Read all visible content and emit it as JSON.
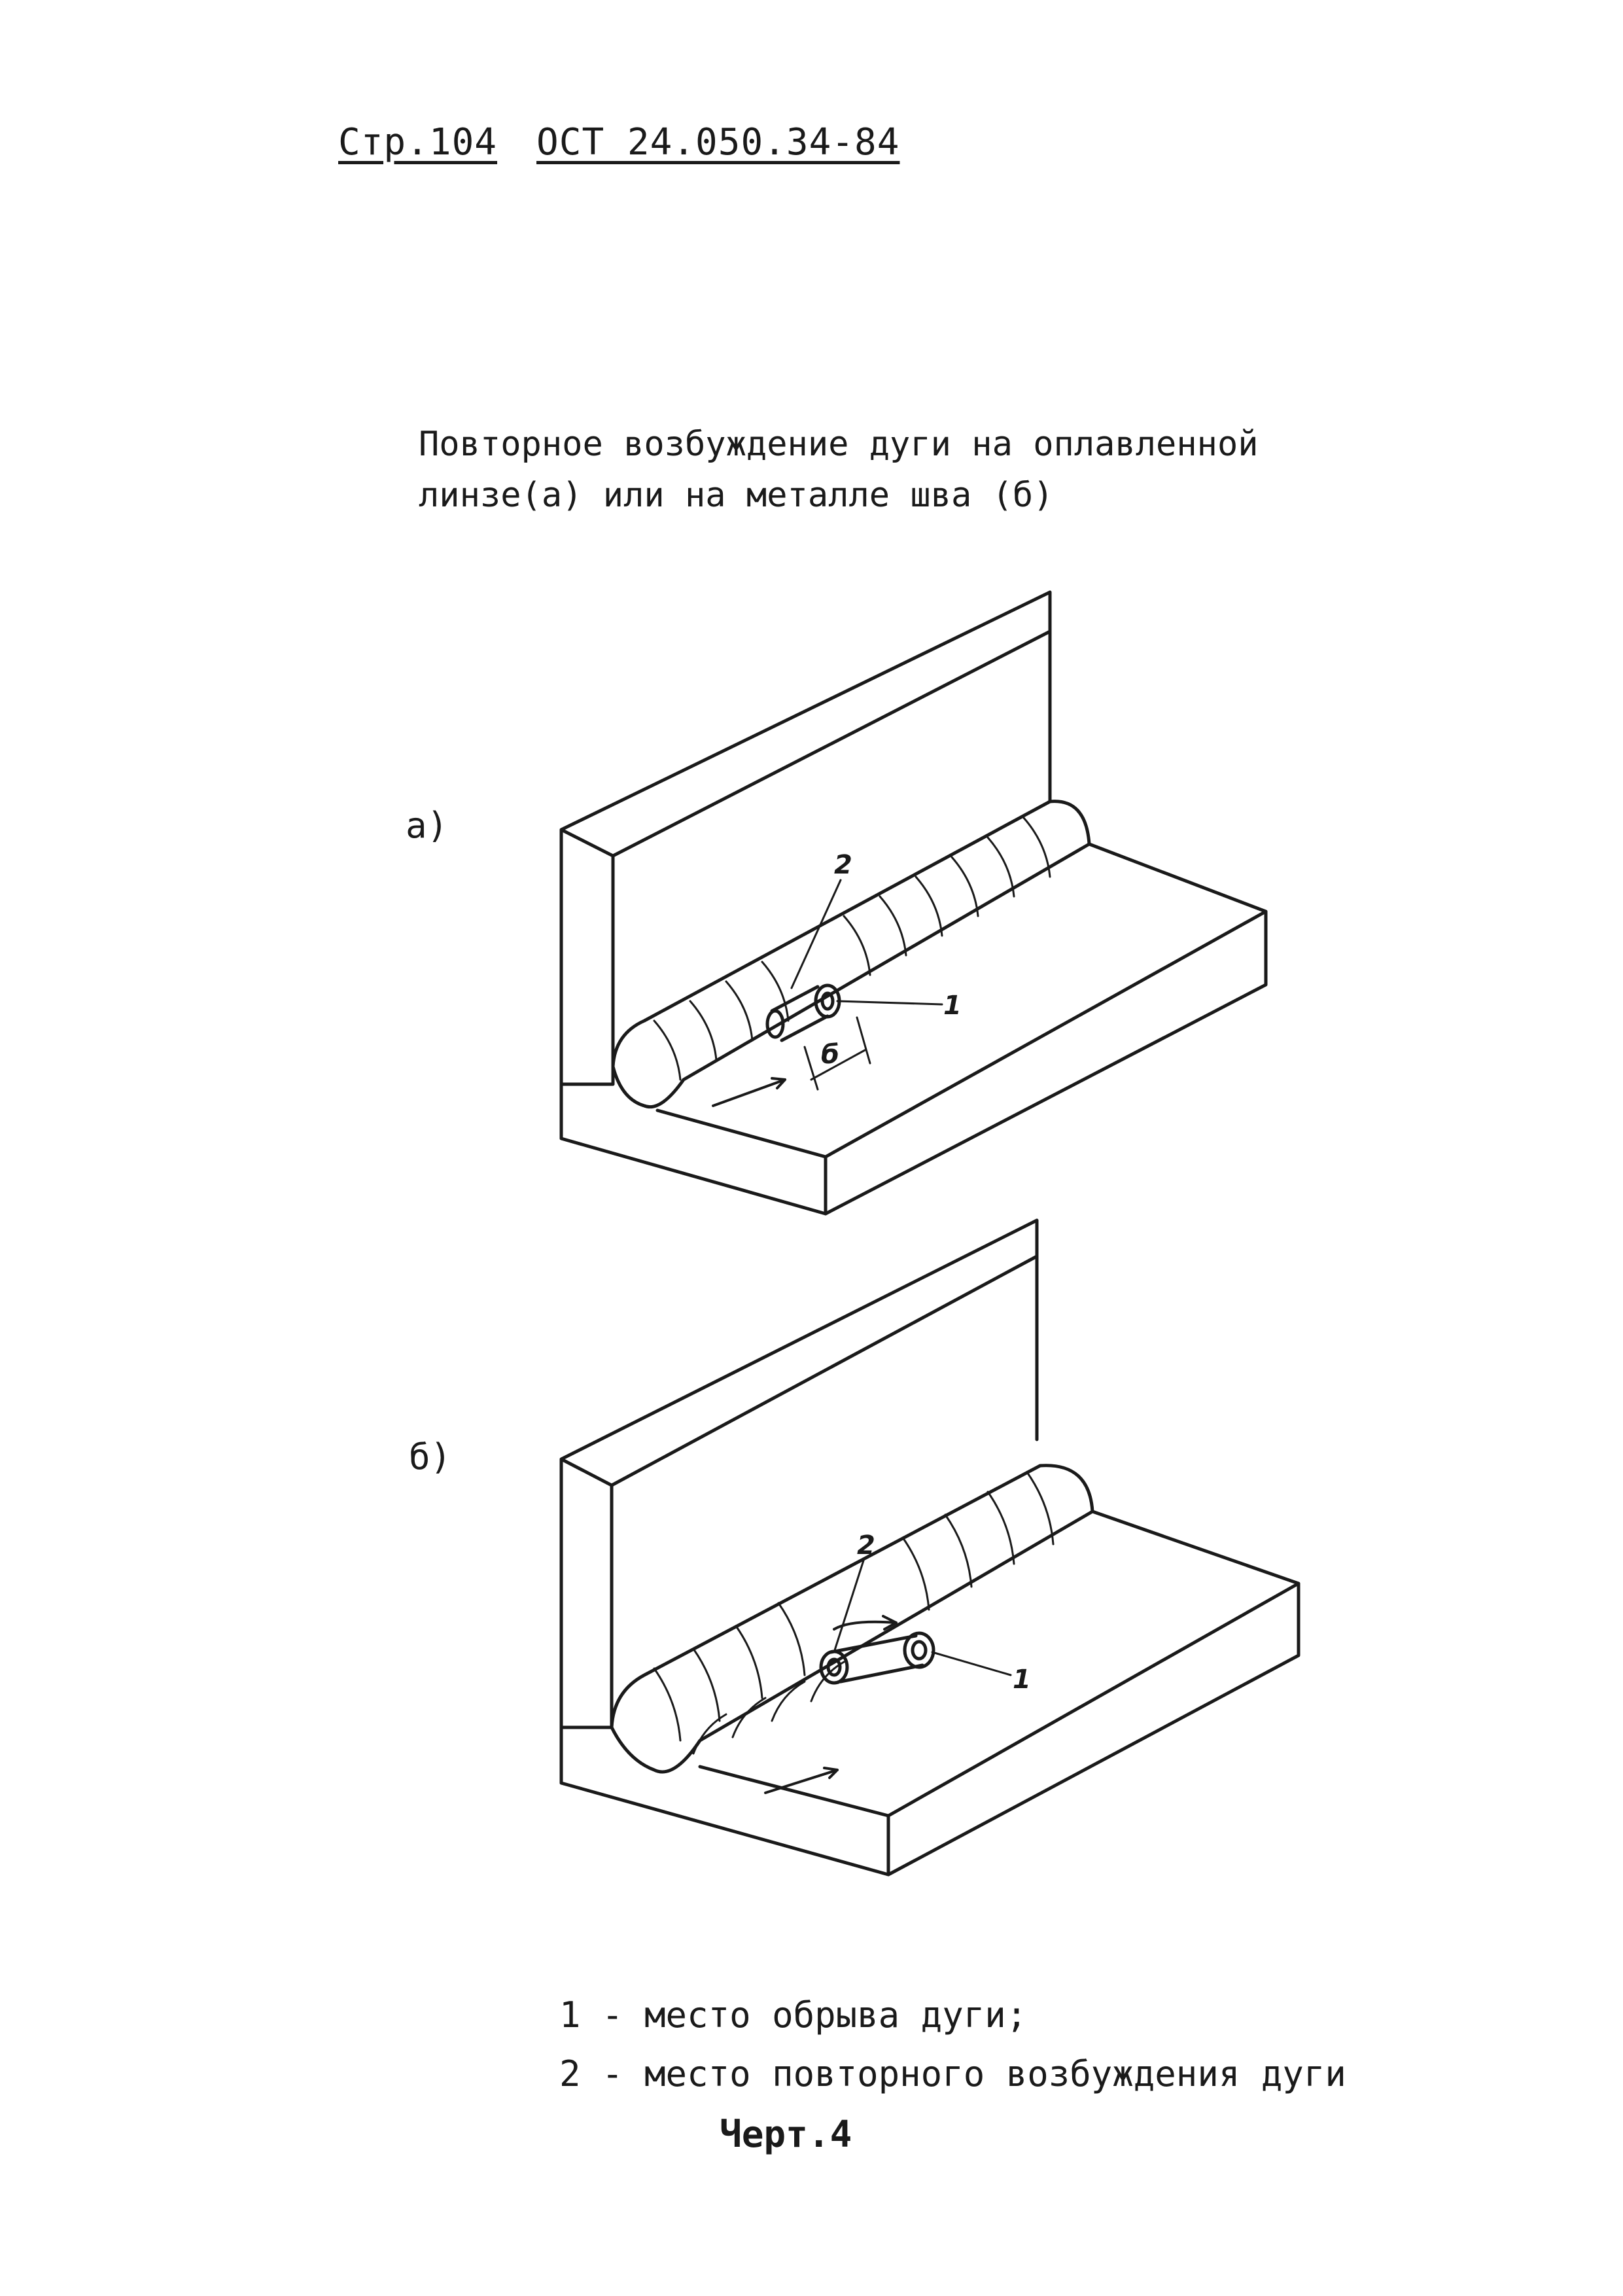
{
  "header": {
    "page": "Стр.104",
    "standard": "ОСТ 24.050.34-84"
  },
  "caption": {
    "line1": "Повторное возбуждение дуги на оплавленной",
    "line2": "линзе(а) или на металле шва (б)"
  },
  "figures": {
    "a": {
      "label": "а)",
      "callout_1": "1",
      "callout_2": "2",
      "dimension": "б"
    },
    "b": {
      "label": "б)",
      "callout_1": "1",
      "callout_2": "2"
    }
  },
  "legend": {
    "item1": "1 - место обрыва дуги;",
    "item2": "2 - место повторного возбуждения дуги"
  },
  "footer": "Черт.4"
}
